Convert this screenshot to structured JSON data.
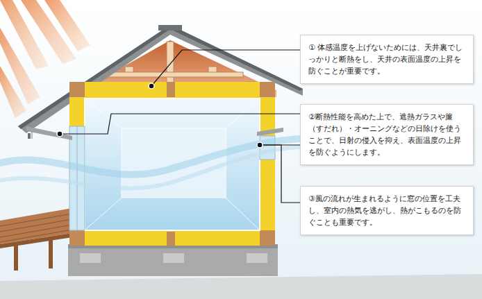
{
  "diagram": {
    "nodes": [
      {
        "text": [
          "① 体感温度を上げないためには、天井裏でしっかりと断熱をし、天井の表面温度の上昇を防ぐことが重要です。"
        ]
      },
      {
        "text": [
          "②断熱性能を高めた上で、遮熱ガラスや簾（すだれ）・オーニングなどの日除けを使うことで、日射の侵入を抑え、表面温度の上昇を防ぐようにします。"
        ]
      },
      {
        "text": [
          "③風の流れが生まれるように窓の位置を工夫し、室内の熱気を逃がし、熱がこもるのを防ぐことも重要です。"
        ]
      }
    ]
  }
}
